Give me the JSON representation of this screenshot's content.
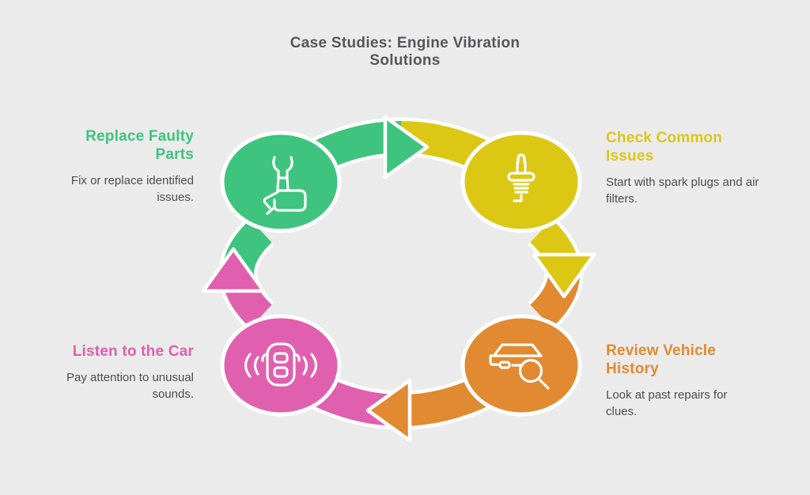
{
  "title": "Case Studies: Engine Vibration Solutions",
  "background_color": "#ebebeb",
  "title_color": "#57575a",
  "body_text_color": "#4e4e50",
  "outline_color": "#ffffff",
  "steps": [
    {
      "title": "Replace Faulty Parts",
      "description": "Fix or replace identified issues.",
      "color": "#3ec47e",
      "icon": "wrench-in-hand-icon",
      "position": "top-left"
    },
    {
      "title": "Check Common Issues",
      "description": "Start with spark plugs and air filters.",
      "color": "#ddc715",
      "icon": "spark-plug-icon",
      "position": "top-right"
    },
    {
      "title": "Review Vehicle History",
      "description": "Look at past repairs for clues.",
      "color": "#e18a31",
      "icon": "car-magnifier-icon",
      "position": "bottom-right"
    },
    {
      "title": "Listen to the Car",
      "description": "Pay attention to unusual sounds.",
      "color": "#e05fae",
      "icon": "car-sound-icon",
      "position": "bottom-left"
    }
  ]
}
